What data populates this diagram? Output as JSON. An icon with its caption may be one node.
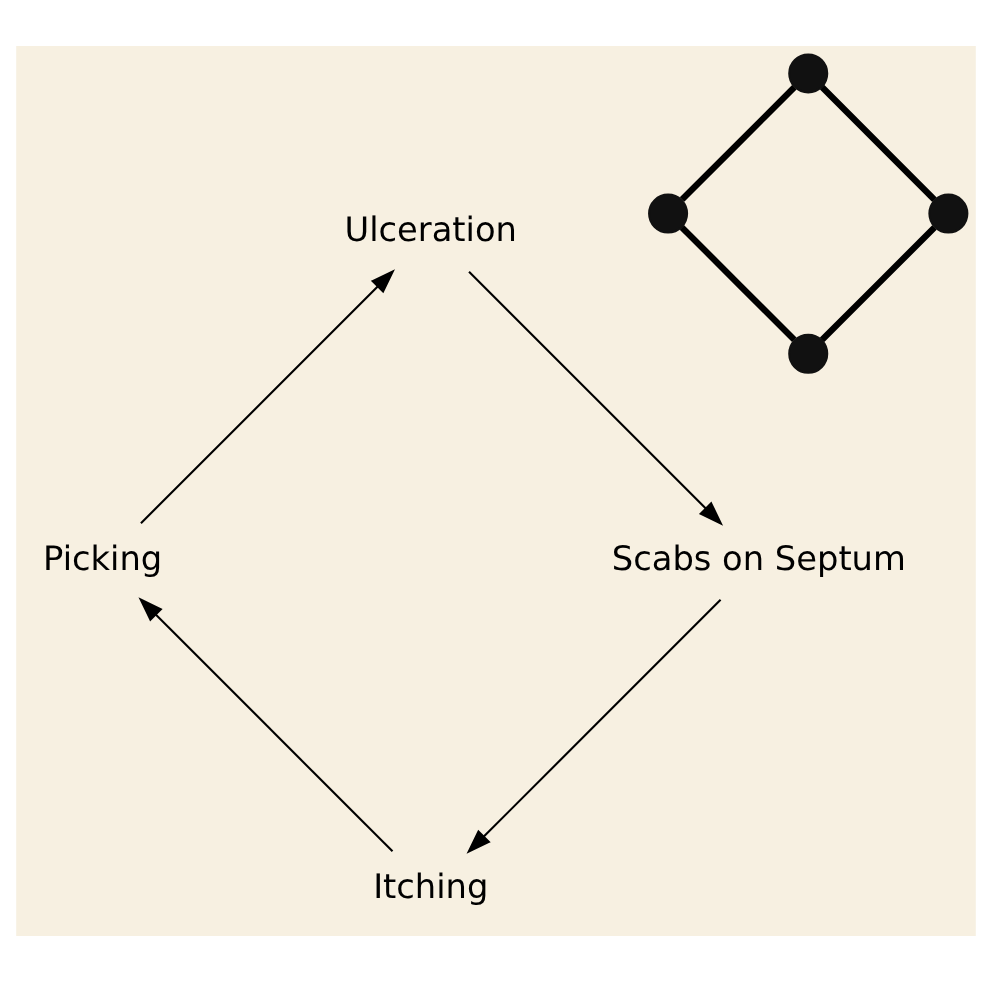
{
  "diagram": {
    "nodes": [
      {
        "text": [
          "Itching"
        ]
      },
      {
        "text": [
          "Picking"
        ]
      },
      {
        "text": [
          "Ulceration"
        ]
      },
      {
        "text": [
          "Scabs on Septum"
        ]
      },
      {
        "text": [],
        "shape": "circle"
      },
      {
        "text": [],
        "shape": "circle"
      },
      {
        "text": [],
        "shape": "circle"
      },
      {
        "text": [],
        "shape": "circle"
      }
    ],
    "edges": [
      {
        "from": 0,
        "to": 1,
        "arrow": "to"
      },
      {
        "from": 1,
        "to": 2,
        "arrow": "to"
      },
      {
        "from": 2,
        "to": 3,
        "arrow": "to"
      },
      {
        "from": 3,
        "to": 0,
        "arrow": "to"
      },
      {
        "from": 4,
        "to": 5,
        "arrow": "none",
        "style": "thick"
      },
      {
        "from": 5,
        "to": 6,
        "arrow": "none",
        "style": "thick"
      },
      {
        "from": 6,
        "to": 7,
        "arrow": "none",
        "style": "thick"
      },
      {
        "from": 7,
        "to": 4,
        "arrow": "none",
        "style": "thick"
      }
    ]
  }
}
